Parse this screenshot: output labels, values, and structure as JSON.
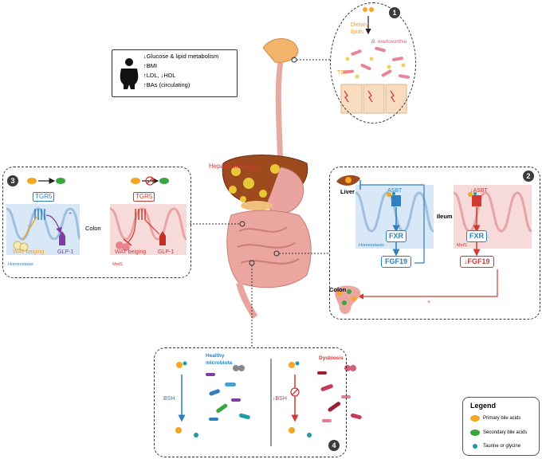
{
  "colors": {
    "primary_ba": "#f5a623",
    "secondary_ba": "#3aa640",
    "taurine": "#1e9aa8",
    "homeostasis": "#2f7fc1",
    "mets": "#d03a32",
    "gut": "#e9a4a0"
  },
  "metabolic": {
    "lines": [
      "↓Glucose & lipid metabolism",
      "↑BMI",
      "↑LDL, ↓HDL",
      "↑BAs (circulating)"
    ]
  },
  "center": {
    "title": "Hepatic steatosis"
  },
  "panel1": {
    "number": "1",
    "dietary": "Dietary",
    "lipids": "lipids",
    "bacterium": "B. wadsworthia",
    "tca": "TCA"
  },
  "panel2": {
    "number": "2",
    "liver": "Liver",
    "ileum": "Ileum",
    "colon": "Colon",
    "asbt": "ASBT",
    "asbt_down": "↓ASBT",
    "fxr": "FXR",
    "fgf19": "FGF19",
    "fgf19_down": "↓FGF19",
    "homeostasis": "Homeostasis",
    "mets": "MetS",
    "plus": "+"
  },
  "panel3": {
    "number": "3",
    "tgr5": "TGR5",
    "colon": "Colon",
    "wat": "WAT beiging",
    "glp1": "GLP-1",
    "homeostasis": "Homeostasis",
    "mets": "MetS",
    "plus": "+"
  },
  "panel4": {
    "number": "4",
    "bsh": "BSH",
    "bsh_down": "↓BSH",
    "healthy1": "Healthy",
    "healthy2": "microbiota",
    "dysbiosis": "Dysbiosis"
  },
  "legend": {
    "title": "Legend",
    "items": [
      "Primary bile acids",
      "Secondary bile acids",
      "Taurine or glycine"
    ]
  }
}
